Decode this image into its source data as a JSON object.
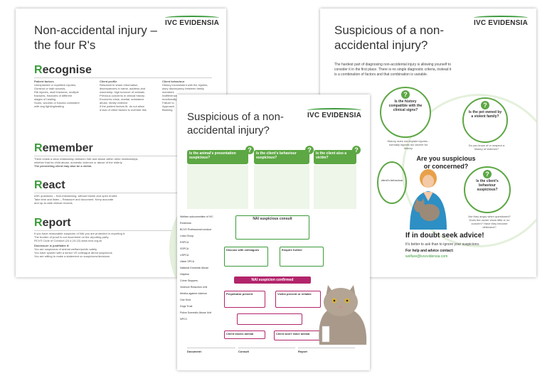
{
  "brand": {
    "logo_text": "IVC EVIDENSIA"
  },
  "colors": {
    "green": "#3b9a3b",
    "light_green": "#5da744",
    "magenta": "#b2256b"
  },
  "sheet_left": {
    "title": "Non-accidental injury – the four R's",
    "recognise": {
      "heading_initial": "R",
      "heading_rest": "ecognise",
      "col1_title": "Patient factors",
      "col1_lines": [
        "Unexplained or repetitive injuries,",
        "Gunshot or stab wounds,",
        "Rib injuries, skull fractures, multiple",
        "fractures, fractures of different",
        "stages of healing",
        "Scars, wounds or trauma consistent",
        "with dog fighting/baiting"
      ],
      "col2_title": "Client profile",
      "col2_lines": [
        "Reluctant to share information,",
        "discrepancies in name, address and",
        "ownership; high turnover of animals",
        "Previous concerns in clinical history",
        "Economic crisis, marital, substance",
        "abuse, family violence",
        "If the patient factors fit, do not allow",
        "a lack of client factors to override this"
      ],
      "col3_title": "Client behaviour",
      "col3_lines": [
        "History inconsistent with the injuries,",
        "story discrepancy between family",
        "members",
        "Indifference or",
        "emotionally abusive",
        "Failure to",
        "Approach",
        "Blaming"
      ]
    },
    "remember": {
      "heading_initial": "R",
      "heading_rest": "emember",
      "line1": "There exists a clear relationship between NAI and abuse within other relationships,",
      "line2": "whether that be child abuse, domestic violence or abuse of the elderly.",
      "line3": "The presenting client may also be a victim."
    },
    "react": {
      "heading_initial": "R",
      "heading_rest": "eact",
      "line1": "ASK questions – Non-threatening, without blame and open ended.",
      "line2": "Take time and listen – Reassure and document. Keep accurate",
      "line3": "and up-to-date clinical records."
    },
    "report": {
      "heading_initial": "R",
      "heading_rest": "eport",
      "line1": "If you have reasonable suspicion of NAI you are protected in reporting it.",
      "line2": "The burden of proof is not incumbent on the reporting party.",
      "line3": "RCVS Code of Conduct (24.4-24.22) www.rcvs.org.uk",
      "line4": "Disclosure is justifiable if:",
      "line5": "You are suspicious of animal welfare/public safety",
      "line6": "You have spoken with a senior VS colleague about suspicions",
      "line7": "You are willing to make a statement on suspicions/decisions"
    }
  },
  "sheet_right": {
    "title": "Suspicious of a non-accidental injury?",
    "intro1": "The hardest part of diagnosing non-accidental injury is allowing yourself to",
    "intro2": "consider it in the first place. There is no single diagnostic criteria, instead it",
    "intro3": "is a combination of factors and that combination is variable.",
    "q1": "Is the history compatible with the clinical signs?",
    "q1_sub": "History does not explain injuries - normally injuries too severe for history",
    "q2": "Is the pet owned by a violent family?",
    "q2_sub": "Do you know of or suspect a history of violence?",
    "q3": "Is the client's behaviour suspicious?",
    "q3_sub": "Are they angry when questioned? Does the owner show little or no concern? Have they become defensive?",
    "q4_partial": "client's behaviour",
    "centre": "Are you suspicious or concerned?",
    "advice": "If in doubt seek advice!",
    "advice_sub": "It's better to ask than to ignore your suspicions.",
    "contact_label": "For help and advice contact:",
    "contact_email": "welfare@ivcevidensia.com"
  },
  "sheet_front": {
    "title": "Suspicious of a non-accidental injury?",
    "q_animal": "Is the animal's presentation suspicious?",
    "q_behaviour": "Is the client's behaviour suspicious?",
    "q_victim": "Is the client also a victim?",
    "consult": "NAI suspicious consult",
    "discuss": "Discuss with colleagues",
    "enquire": "Enquire further",
    "confirmed": "NAI suspicion confirmed",
    "perpetrator": "Perpetrator present",
    "victim": "Victim present or reliable",
    "client_leaves": "Client leaves animal",
    "client_keeps": "Client won't leave animal",
    "document": "Document:",
    "consult_footer": "Consult",
    "report_footer": "Report",
    "contacts": [
      "Welfare subcommittee of IVC Evidensia",
      "BCVS Professional conduct",
      "Links Group",
      "RSPCA",
      "SSPCA",
      "USPCA",
      "Ulster SPCA",
      "National Domestic Abuse Helpline",
      "Crime Stoppers",
      "Violence Reduction Unit",
      "Medics against violence",
      "One Kind",
      "Dogs Trust",
      "Police Domestic Abuse Unit",
      "NPCC"
    ]
  }
}
